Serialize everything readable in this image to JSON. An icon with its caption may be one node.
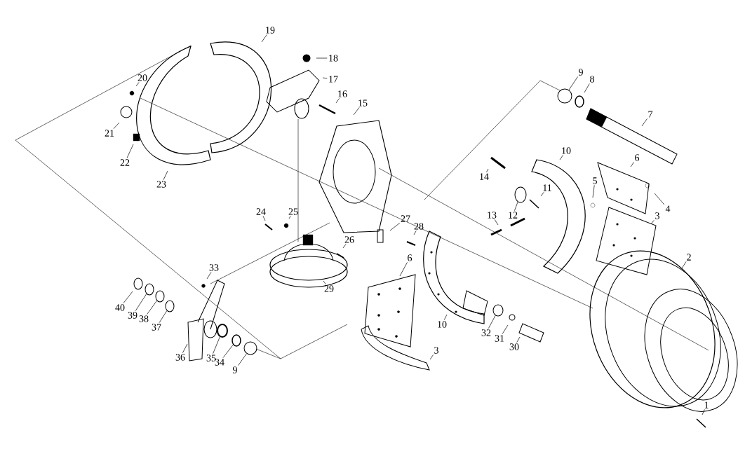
{
  "diagram": {
    "nodes": [
      {
        "text": [
          "19"
        ]
      },
      {
        "text": [
          "18"
        ]
      },
      {
        "text": [
          "20"
        ]
      },
      {
        "text": [
          "17"
        ]
      },
      {
        "text": [
          "16"
        ]
      },
      {
        "text": [
          "15"
        ]
      },
      {
        "text": [
          "9"
        ]
      },
      {
        "text": [
          "8"
        ]
      },
      {
        "text": [
          "7"
        ]
      },
      {
        "text": [
          "21"
        ]
      },
      {
        "text": [
          "22"
        ]
      },
      {
        "text": [
          "23"
        ]
      },
      {
        "text": [
          "14"
        ]
      },
      {
        "text": [
          "10"
        ]
      },
      {
        "text": [
          "6"
        ]
      },
      {
        "text": [
          "11"
        ]
      },
      {
        "text": [
          "5"
        ]
      },
      {
        "text": [
          "12"
        ]
      },
      {
        "text": [
          "13"
        ]
      },
      {
        "text": [
          "4"
        ]
      },
      {
        "text": [
          "3"
        ]
      },
      {
        "text": [
          "24"
        ]
      },
      {
        "text": [
          "25"
        ]
      },
      {
        "text": [
          "27"
        ]
      },
      {
        "text": [
          "28"
        ]
      },
      {
        "text": [
          "26"
        ]
      },
      {
        "text": [
          "33"
        ]
      },
      {
        "text": [
          "29"
        ]
      },
      {
        "text": [
          "6"
        ]
      },
      {
        "text": [
          "2"
        ]
      },
      {
        "text": [
          "40"
        ]
      },
      {
        "text": [
          "39"
        ]
      },
      {
        "text": [
          "38"
        ]
      },
      {
        "text": [
          "37"
        ]
      },
      {
        "text": [
          "10"
        ]
      },
      {
        "text": [
          "32"
        ]
      },
      {
        "text": [
          "31"
        ]
      },
      {
        "text": [
          "30"
        ]
      },
      {
        "text": [
          "36"
        ]
      },
      {
        "text": [
          "35"
        ]
      },
      {
        "text": [
          "34"
        ]
      },
      {
        "text": [
          "9"
        ]
      },
      {
        "text": [
          "3"
        ]
      },
      {
        "text": [
          "1"
        ]
      },
      {
        "text": [],
        "shape": "circle"
      },
      {
        "text": [],
        "shape": "circle"
      },
      {
        "text": [],
        "shape": "circle"
      },
      {
        "text": [],
        "shape": "circle"
      },
      {
        "text": [],
        "shape": "circle"
      },
      {
        "text": [],
        "shape": "circle"
      },
      {
        "text": [],
        "shape": "circle"
      },
      {
        "text": [],
        "shape": "circle"
      },
      {
        "text": [],
        "shape": "circle"
      }
    ],
    "edges": [
      {
        "from": 0,
        "to": null,
        "arrow": "none"
      },
      {
        "from": 1,
        "to": null,
        "arrow": "none"
      },
      {
        "from": 2,
        "to": null,
        "arrow": "none"
      },
      {
        "from": 3,
        "to": null,
        "arrow": "none"
      },
      {
        "from": 4,
        "to": null,
        "arrow": "none"
      },
      {
        "from": 5,
        "to": null,
        "arrow": "none"
      },
      {
        "from": 6,
        "to": 52,
        "arrow": "none"
      },
      {
        "from": 7,
        "to": null,
        "arrow": "none"
      },
      {
        "from": 8,
        "to": null,
        "arrow": "none"
      },
      {
        "from": 9,
        "to": null,
        "arrow": "none"
      },
      {
        "from": 10,
        "to": null,
        "arrow": "none"
      },
      {
        "from": 11,
        "to": null,
        "arrow": "none"
      },
      {
        "from": 12,
        "to": null,
        "arrow": "none"
      },
      {
        "from": 13,
        "to": null,
        "arrow": "none"
      },
      {
        "from": 14,
        "to": null,
        "arrow": "none"
      },
      {
        "from": 15,
        "to": null,
        "arrow": "none"
      },
      {
        "from": 16,
        "to": null,
        "arrow": "none"
      },
      {
        "from": 17,
        "to": 51,
        "arrow": "none"
      },
      {
        "from": 18,
        "to": null,
        "arrow": "none"
      },
      {
        "from": 19,
        "to": null,
        "arrow": "none"
      },
      {
        "from": 20,
        "to": null,
        "arrow": "none"
      },
      {
        "from": 21,
        "to": null,
        "arrow": "none"
      },
      {
        "from": 22,
        "to": null,
        "arrow": "none"
      },
      {
        "from": 23,
        "to": null,
        "arrow": "none"
      },
      {
        "from": 24,
        "to": null,
        "arrow": "none"
      },
      {
        "from": 25,
        "to": null,
        "arrow": "none"
      },
      {
        "from": 26,
        "to": null,
        "arrow": "none"
      },
      {
        "from": 27,
        "to": null,
        "arrow": "none"
      },
      {
        "from": 28,
        "to": null,
        "arrow": "none"
      },
      {
        "from": 29,
        "to": null,
        "arrow": "none"
      },
      {
        "from": 30,
        "to": null,
        "arrow": "none"
      },
      {
        "from": 31,
        "to": 44,
        "arrow": "none"
      },
      {
        "from": 32,
        "to": 45,
        "arrow": "none"
      },
      {
        "from": 33,
        "to": 46,
        "arrow": "none"
      },
      {
        "from": 34,
        "to": null,
        "arrow": "none"
      },
      {
        "from": 35,
        "to": 50,
        "arrow": "none"
      },
      {
        "from": 36,
        "to": null,
        "arrow": "none"
      },
      {
        "from": 37,
        "to": null,
        "arrow": "none"
      },
      {
        "from": 38,
        "to": null,
        "arrow": "none"
      },
      {
        "from": 39,
        "to": 47,
        "arrow": "none"
      },
      {
        "from": 40,
        "to": 48,
        "arrow": "none"
      },
      {
        "from": 41,
        "to": 49,
        "arrow": "none"
      },
      {
        "from": 42,
        "to": null,
        "arrow": "none"
      },
      {
        "from": 43,
        "to": null,
        "arrow": "none"
      }
    ]
  }
}
